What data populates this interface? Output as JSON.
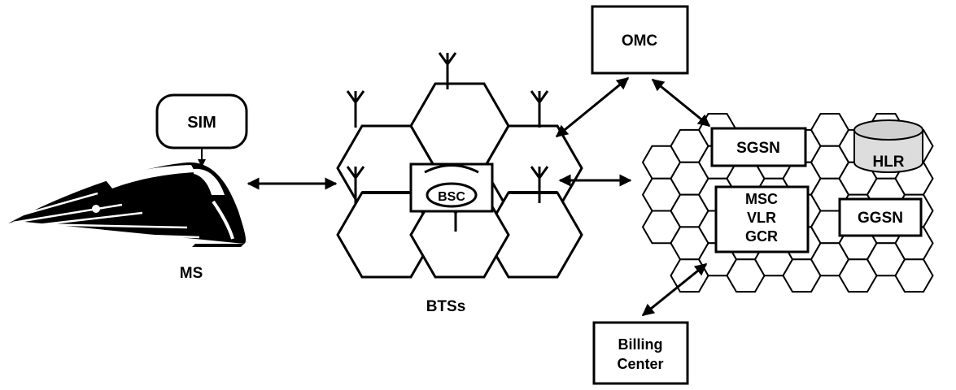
{
  "labels": {
    "sim": "SIM",
    "ms": "MS",
    "bsc": "BSC",
    "btss": "BTSs",
    "omc": "OMC",
    "sgsn": "SGSN",
    "hlr": "HLR",
    "msc": "MSC",
    "vlr": "VLR",
    "gcr": "GCR",
    "ggsn": "GGSN",
    "billing_line1": "Billing",
    "billing_line2": "Center"
  },
  "icons": {
    "train": "train-icon",
    "antenna": "antenna-icon",
    "database": "database-cylinder-icon"
  }
}
